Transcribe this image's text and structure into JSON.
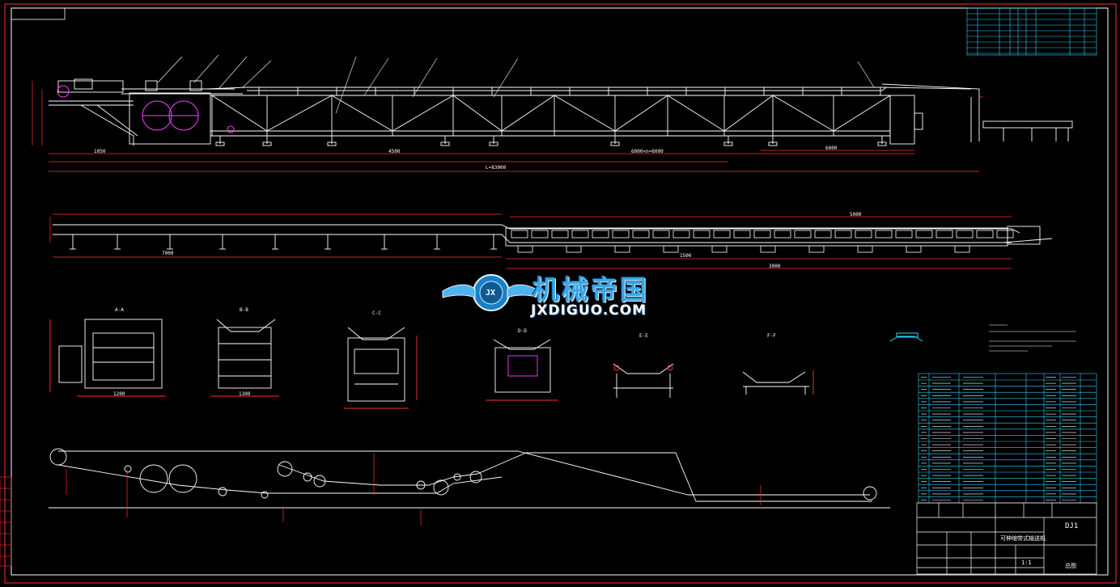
{
  "watermark": {
    "cn": "机械帝国",
    "en": "JXDIGUO.COM",
    "badge": "JX"
  },
  "title_block": {
    "drawing_title": "可伸缩带式输送机",
    "drawing_no": "DJ1",
    "sheet_label": "总图",
    "scale": "1:1"
  },
  "section_labels": [
    "A-A",
    "B-B",
    "C-C",
    "D-D",
    "E-E",
    "F-F"
  ],
  "dimensions": {
    "main_total": "L=83000",
    "main_a": "1050",
    "main_b": "4500",
    "main_c": "6000",
    "main_d": "6000×n=6000",
    "elev_1": "7000",
    "elev_2": "1500",
    "elev_3": "3000",
    "elev_4": "5000",
    "sec_1": "1200",
    "sec_2": "1300"
  },
  "colors": {
    "background": "#000000",
    "line": "#ffffff",
    "dimension": "#ff3030",
    "table_line": "#2ad6ff",
    "drive": "#ff40ff",
    "text": "#ffff66"
  }
}
